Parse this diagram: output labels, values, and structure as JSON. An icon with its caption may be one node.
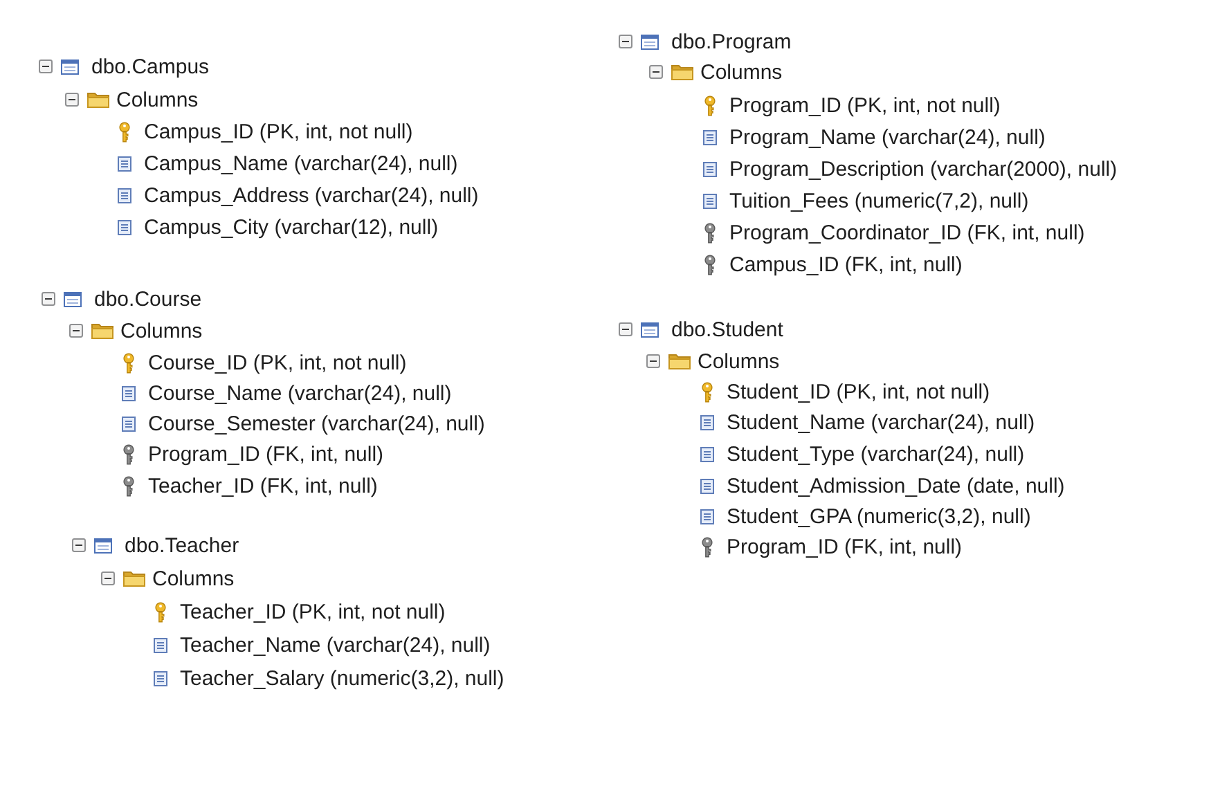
{
  "diagram": {
    "labels": [
      "dbo.Campus",
      "Columns",
      "Campus_ID (PK, int, not null)",
      "Campus_Name (varchar(24), null)",
      "Campus_Address (varchar(24), null)",
      "Campus_City (varchar(12), null)",
      "dbo.Course",
      "Columns",
      "Course_ID (PK, int, not null)",
      "Course_Name (varchar(24), null)",
      "Course_Semester (varchar(24), null)",
      "Program_ID (FK, int, null)",
      "Teacher_ID (FK, int, null)",
      "dbo.Teacher",
      "Columns",
      "Teacher_ID (PK, int, not null)",
      "Teacher_Name (varchar(24), null)",
      "Teacher_Salary (numeric(3,2), null)",
      "dbo.Program",
      "Columns",
      "Program_ID (PK, int, not null)",
      "Program_Name (varchar(24), null)",
      "Program_Description (varchar(2000), null)",
      "Tuition_Fees (numeric(7,2), null)",
      "Program_Coordinator_ID (FK, int, null)",
      "Campus_ID (FK, int, null)",
      "dbo.Student",
      "Columns",
      "Student_ID (PK, int, not null)",
      "Student_Name (varchar(24), null)",
      "Student_Type (varchar(24), null)",
      "Student_Admission_Date (date, null)",
      "Student_GPA (numeric(3,2), null)",
      "Program_ID (FK, int, null)"
    ]
  }
}
